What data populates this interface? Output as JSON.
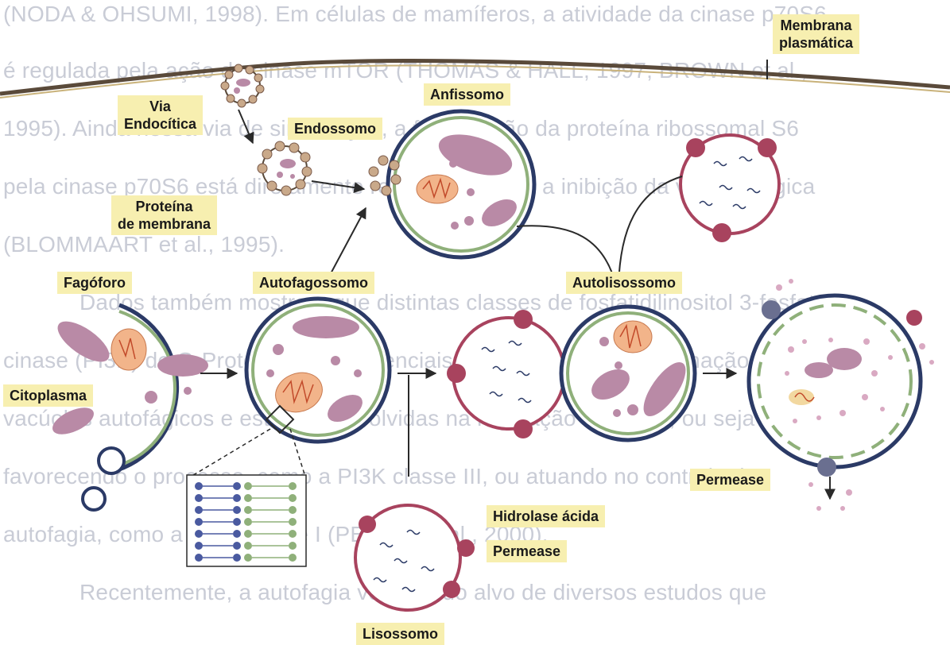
{
  "background_text": [
    "(NODA & OHSUMI, 1998). Em células de mamíferos, a atividade da cinase p70S6",
    "é regulada pela ação da cinase mTOR (THOMAS & HALL, 1997; BROWN et al.,",
    "1995). Ainda nessa via de sinalização, a fosforilação da proteína ribossomal S6",
    "pela cinase p70S6 está diretamente relacionada com a inibição da via autofágica",
    "(BLOMMAART et al., 1995).",
    "Dados também mostram que distintas classes de fosfatidilinositol 3-fosfato",
    "cinase (PI3K) de G-Proteínas são essenciais nesse processo na formação de",
    "vacúolos autofágicos e estariam envolvidas na regulação da fusão, ou seja",
    "favorecendo o processo, como a PI3K classe III, ou atuando no controle da",
    "autofagia, como a PI3K classe I (PETIOT et al., 2000).",
    "Recentemente, a autofagia vem sendo alvo de diversos estudos que"
  ],
  "labels": {
    "membrana_plasmatica": [
      "Membrana",
      "plasmática"
    ],
    "via_endocitica": [
      "Via",
      "Endocítica"
    ],
    "endossomo": "Endossomo",
    "anfissomo": "Anfissomo",
    "proteina_membrana": [
      "Proteína",
      "de membrana"
    ],
    "fagoforo": "Fagóforo",
    "autofagossomo": "Autofagossomo",
    "autolisossomo": "Autolisossomo",
    "citoplasma": "Citoplasma",
    "permease_right": "Permease",
    "hidrolase_acida": "Hidrolase ácida",
    "permease_bottom": "Permease",
    "lisossomo": "Lisossomo"
  },
  "colors": {
    "label_bg": "#f7efb0",
    "membrane_line": "#5a4a3a",
    "outer_membrane": "#2b3a66",
    "inner_membrane": "#8fb07a",
    "lysosome_membrane": "#a8435e",
    "organelle": "#b98aa6",
    "mitochondrion": "#f2b48a",
    "vesicle": "#c9a98a",
    "text_faded": "#c9ccd6"
  }
}
